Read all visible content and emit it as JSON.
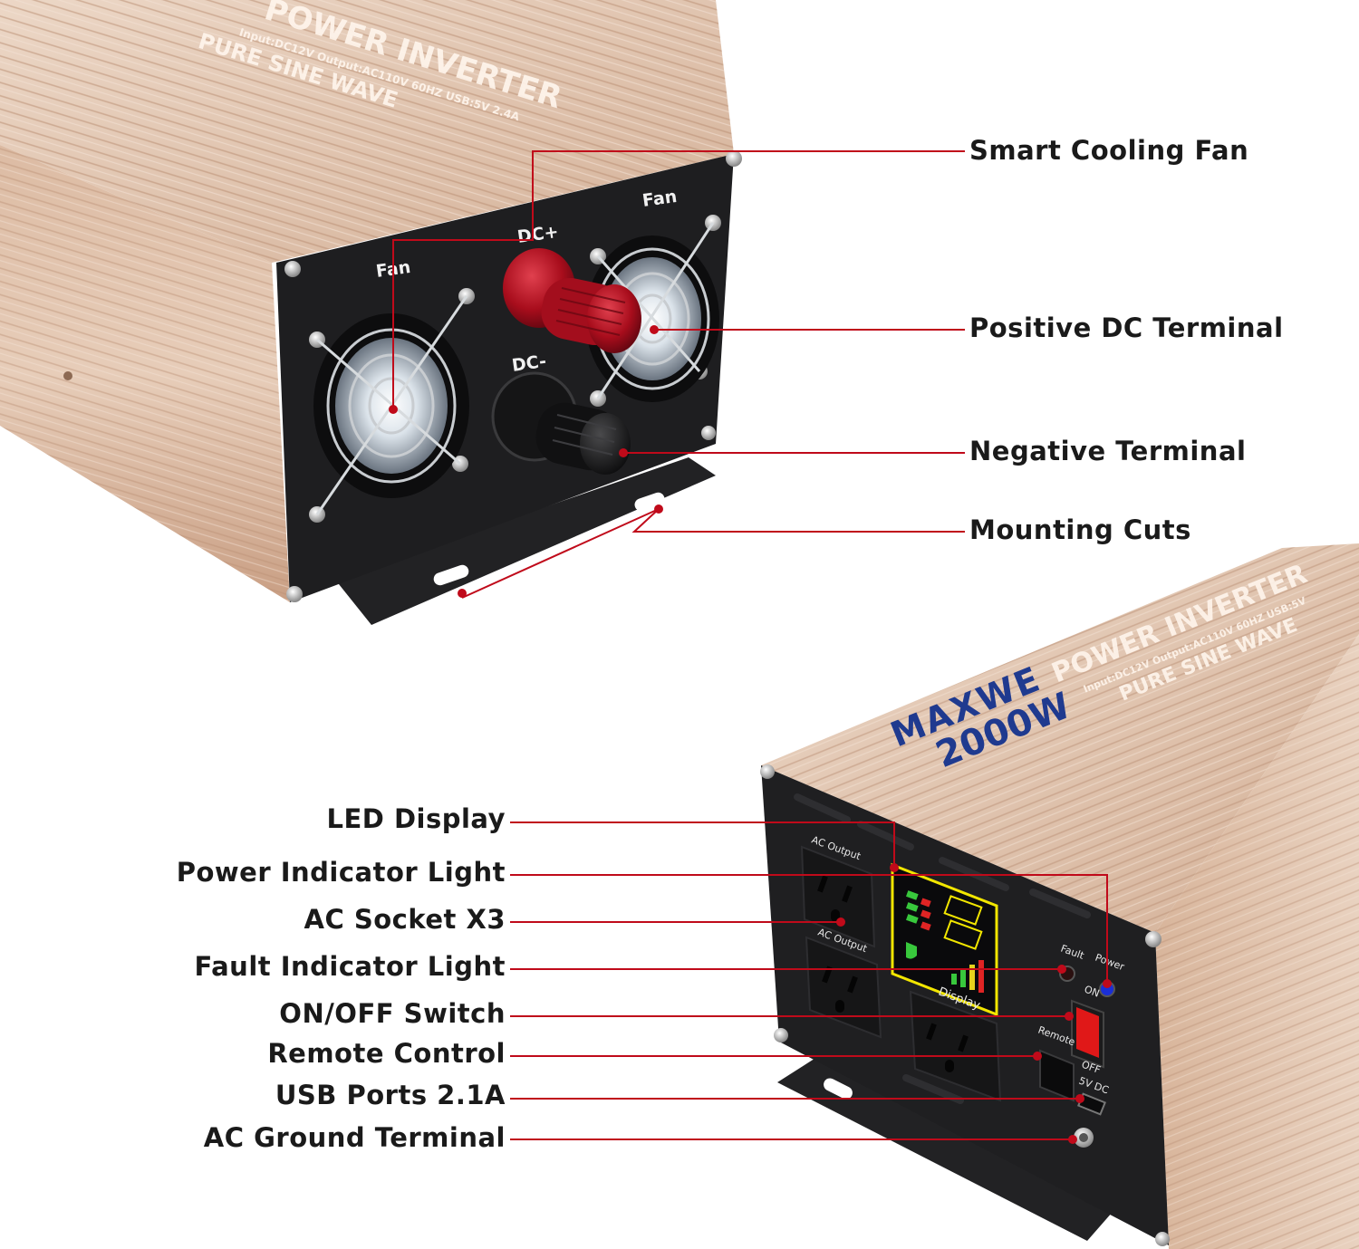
{
  "top_unit": {
    "case_text": {
      "title": "POWER INVERTER",
      "specs": "Input:DC12V Output:AC110V 60HZ USB:5V 2.4A",
      "subtitle": "PURE SINE WAVE"
    },
    "panel_labels": {
      "fan_left": "Fan",
      "fan_right": "Fan",
      "dc_plus": "DC+",
      "dc_minus": "DC-"
    },
    "callouts": [
      {
        "label": "Smart Cooling Fan"
      },
      {
        "label": "Positive DC Terminal"
      },
      {
        "label": "Negative Terminal"
      },
      {
        "label": "Mounting Cuts"
      }
    ]
  },
  "bottom_unit": {
    "case_text": {
      "brand": "MAXWE",
      "model": "2000W",
      "title": "POWER INVERTER",
      "specs": "Input:DC12V Output:AC110V 60HZ USB:5V",
      "subtitle": "PURE SINE WAVE"
    },
    "panel_labels": {
      "ac_output_1": "AC Output",
      "ac_output_2": "AC Output",
      "display": "Display",
      "fault": "Fault",
      "power": "Power",
      "on": "ON",
      "off": "OFF",
      "remote": "Remote",
      "usb": "5V DC"
    },
    "callouts": [
      {
        "label": "LED Display"
      },
      {
        "label": "Power Indicator Light"
      },
      {
        "label": "AC Socket X3"
      },
      {
        "label": "Fault Indicator Light"
      },
      {
        "label": "ON/OFF Switch"
      },
      {
        "label": "Remote Control"
      },
      {
        "label": "USB Ports 2.1A"
      },
      {
        "label": "AC Ground Terminal"
      }
    ]
  },
  "colors": {
    "case_gold": "#d9b79c",
    "panel_black": "#1f1f21",
    "leader_red": "#c00a1a",
    "terminal_red": "#b3101f",
    "brand_blue": "#1f3a8f",
    "display_yellow": "#f2e600"
  }
}
